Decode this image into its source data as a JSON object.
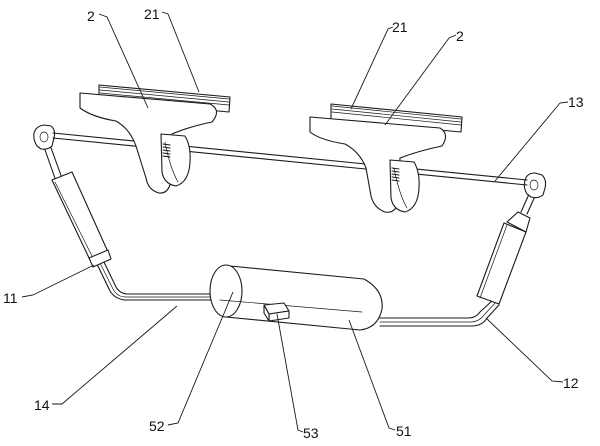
{
  "labels": {
    "l2_left": "2",
    "l21_left": "21",
    "l21_right": "21",
    "l2_right": "2",
    "l13": "13",
    "l11": "11",
    "l12": "12",
    "l14": "14",
    "l52": "52",
    "l53": "53",
    "l51": "51"
  }
}
